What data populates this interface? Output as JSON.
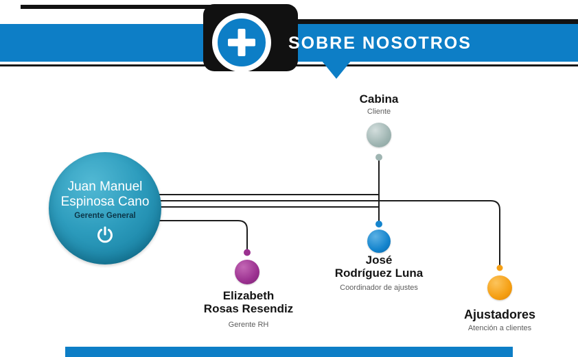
{
  "header": {
    "title": "SOBRE NOSOTROS",
    "accent_color": "#0d7ec6",
    "icon": "plus-icon"
  },
  "org_chart": {
    "type": "org-tree",
    "root": {
      "name": "Juan Manuel\nEspinosa Cano",
      "role": "Gerente General",
      "color": "#2398ba",
      "icon": "power-icon"
    },
    "nodes": [
      {
        "id": "cabina",
        "name": "Cabina",
        "role": "Cliente",
        "color": "#9fb5b2"
      },
      {
        "id": "elizabeth",
        "name": "Elizabeth\nRosas Resendiz",
        "role": "Gerente RH",
        "color": "#9b3190"
      },
      {
        "id": "jose",
        "name": "José\nRodríguez Luna",
        "role": "Coordinador de ajustes",
        "color": "#1484cd"
      },
      {
        "id": "ajustadores",
        "name": "Ajustadores",
        "role": "Atención a clientes",
        "color": "#f59f13"
      }
    ],
    "edges": [
      {
        "from": "root",
        "to": "cabina"
      },
      {
        "from": "root",
        "to": "elizabeth"
      },
      {
        "from": "root",
        "to": "jose"
      },
      {
        "from": "root",
        "to": "ajustadores"
      }
    ],
    "line_color": "#1c1c1c"
  }
}
